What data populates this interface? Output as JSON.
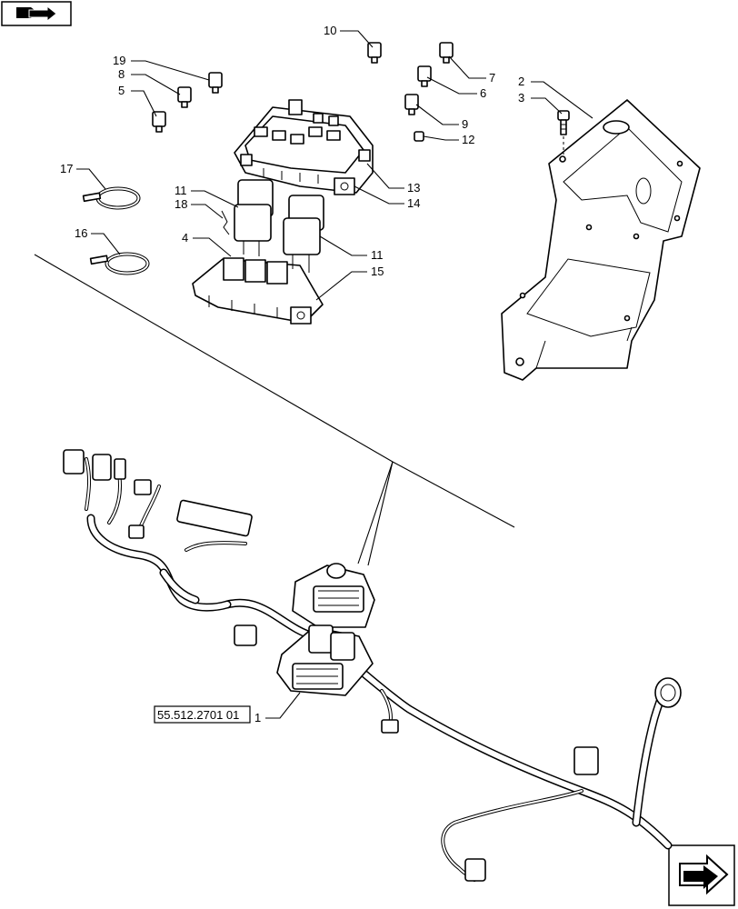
{
  "diagram": {
    "reference_code": "55.512.2701 01",
    "callouts": [
      {
        "id": "c1",
        "label": "1"
      },
      {
        "id": "c2",
        "label": "2"
      },
      {
        "id": "c3",
        "label": "3"
      },
      {
        "id": "c4",
        "label": "4"
      },
      {
        "id": "c5",
        "label": "5"
      },
      {
        "id": "c6",
        "label": "6"
      },
      {
        "id": "c7",
        "label": "7"
      },
      {
        "id": "c8",
        "label": "8"
      },
      {
        "id": "c9",
        "label": "9"
      },
      {
        "id": "c10",
        "label": "10"
      },
      {
        "id": "c11a",
        "label": "11"
      },
      {
        "id": "c11b",
        "label": "11"
      },
      {
        "id": "c12",
        "label": "12"
      },
      {
        "id": "c13",
        "label": "13"
      },
      {
        "id": "c14",
        "label": "14"
      },
      {
        "id": "c15",
        "label": "15"
      },
      {
        "id": "c16",
        "label": "16"
      },
      {
        "id": "c17",
        "label": "17"
      },
      {
        "id": "c18",
        "label": "18"
      },
      {
        "id": "c19",
        "label": "19"
      }
    ],
    "icons": {
      "top_left": "book-arrow-icon",
      "bottom_right": "next-page-arrow-icon"
    }
  }
}
